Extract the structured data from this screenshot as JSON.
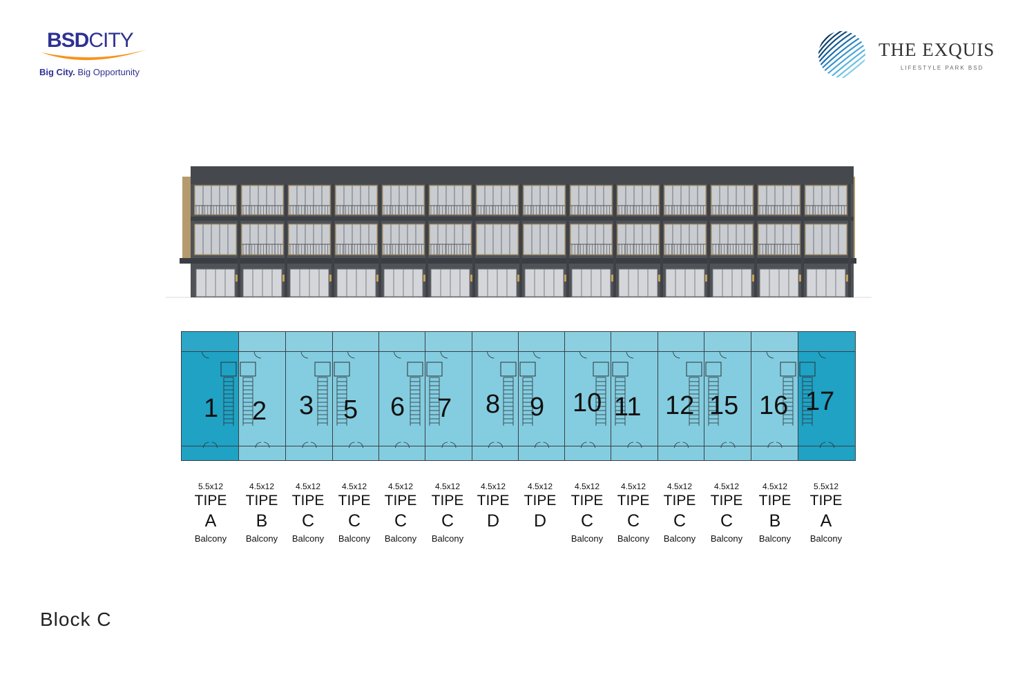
{
  "header": {
    "bsd_brand_bold": "BSD",
    "bsd_brand_light": "CITY",
    "bsd_tagline_bold": "Big City.",
    "bsd_tagline_rest": " Big Opportunity",
    "exquis_name": "THE EXQUIS",
    "exquis_subtitle": "LIFESTYLE PARK BSD"
  },
  "colors": {
    "brand_blue": "#2e3192",
    "brand_orange": "#f7941d",
    "unit_light": "#84cde0",
    "unit_corner": "#1fa2c4",
    "facade_dark": "#4a4d52"
  },
  "units": [
    {
      "number": "1",
      "size": "5.5x12",
      "tipe": "TIPE",
      "type": "A",
      "balcony": "Balcony",
      "corner": true
    },
    {
      "number": "2",
      "size": "4.5x12",
      "tipe": "TIPE",
      "type": "B",
      "balcony": "Balcony",
      "corner": false
    },
    {
      "number": "3",
      "size": "4.5x12",
      "tipe": "TIPE",
      "type": "C",
      "balcony": "Balcony",
      "corner": false
    },
    {
      "number": "5",
      "size": "4.5x12",
      "tipe": "TIPE",
      "type": "C",
      "balcony": "Balcony",
      "corner": false
    },
    {
      "number": "6",
      "size": "4.5x12",
      "tipe": "TIPE",
      "type": "C",
      "balcony": "Balcony",
      "corner": false
    },
    {
      "number": "7",
      "size": "4.5x12",
      "tipe": "TIPE",
      "type": "C",
      "balcony": "Balcony",
      "corner": false
    },
    {
      "number": "8",
      "size": "4.5x12",
      "tipe": "TIPE",
      "type": "D",
      "balcony": "",
      "corner": false
    },
    {
      "number": "9",
      "size": "4.5x12",
      "tipe": "TIPE",
      "type": "D",
      "balcony": "",
      "corner": false
    },
    {
      "number": "10",
      "size": "4.5x12",
      "tipe": "TIPE",
      "type": "C",
      "balcony": "Balcony",
      "corner": false
    },
    {
      "number": "11",
      "size": "4.5x12",
      "tipe": "TIPE",
      "type": "C",
      "balcony": "Balcony",
      "corner": false
    },
    {
      "number": "12",
      "size": "4.5x12",
      "tipe": "TIPE",
      "type": "C",
      "balcony": "Balcony",
      "corner": false
    },
    {
      "number": "15",
      "size": "4.5x12",
      "tipe": "TIPE",
      "type": "C",
      "balcony": "Balcony",
      "corner": false
    },
    {
      "number": "16",
      "size": "4.5x12",
      "tipe": "TIPE",
      "type": "B",
      "balcony": "Balcony",
      "corner": false
    },
    {
      "number": "17",
      "size": "5.5x12",
      "tipe": "TIPE",
      "type": "A",
      "balcony": "Balcony",
      "corner": true
    }
  ],
  "block_title": "Block C"
}
